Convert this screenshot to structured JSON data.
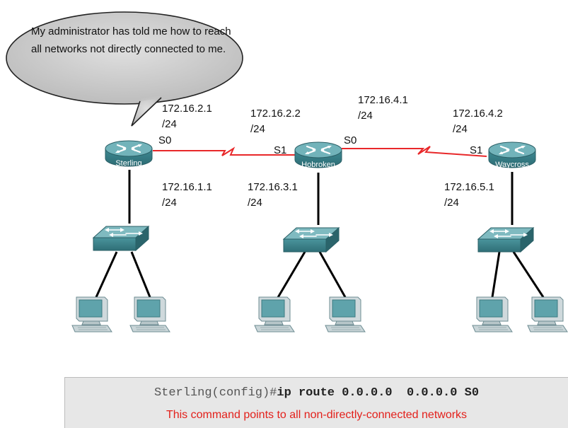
{
  "bubble": {
    "text": "My administrator has told me how to reach all networks not directly connected to me."
  },
  "routers": [
    {
      "id": "sterling",
      "name": "Sterling"
    },
    {
      "id": "hobroken",
      "name": "Hobroken"
    },
    {
      "id": "waycross",
      "name": "Waycross"
    }
  ],
  "ports": {
    "sterling_s0": "S0",
    "hobroken_s1": "S1",
    "hobroken_s0": "S0",
    "waycross_s1": "S1"
  },
  "addresses": {
    "sterling_serial": {
      "ip": "172.16.2.1",
      "mask": "/24"
    },
    "hobroken_serial1": {
      "ip": "172.16.2.2",
      "mask": "/24"
    },
    "hobroken_serial0": {
      "ip": "172.16.4.1",
      "mask": "/24"
    },
    "waycross_serial": {
      "ip": "172.16.4.2",
      "mask": "/24"
    },
    "sterling_lan": {
      "ip": "172.16.1.1",
      "mask": "/24"
    },
    "hobroken_lan": {
      "ip": "172.16.3.1",
      "mask": "/24"
    },
    "waycross_lan": {
      "ip": "172.16.5.1",
      "mask": "/24"
    }
  },
  "command": {
    "prompt": "Sterling(config)#",
    "cmd": "ip route",
    "args": "0.0.0.0  0.0.0.0 S0",
    "note": "This command points to all non-directly-connected networks"
  },
  "colors": {
    "serial_link": "#e8282a",
    "device_teal": "#4e9aa2",
    "command_note": "#e3201b",
    "bubble_fill": "#cccccc"
  }
}
